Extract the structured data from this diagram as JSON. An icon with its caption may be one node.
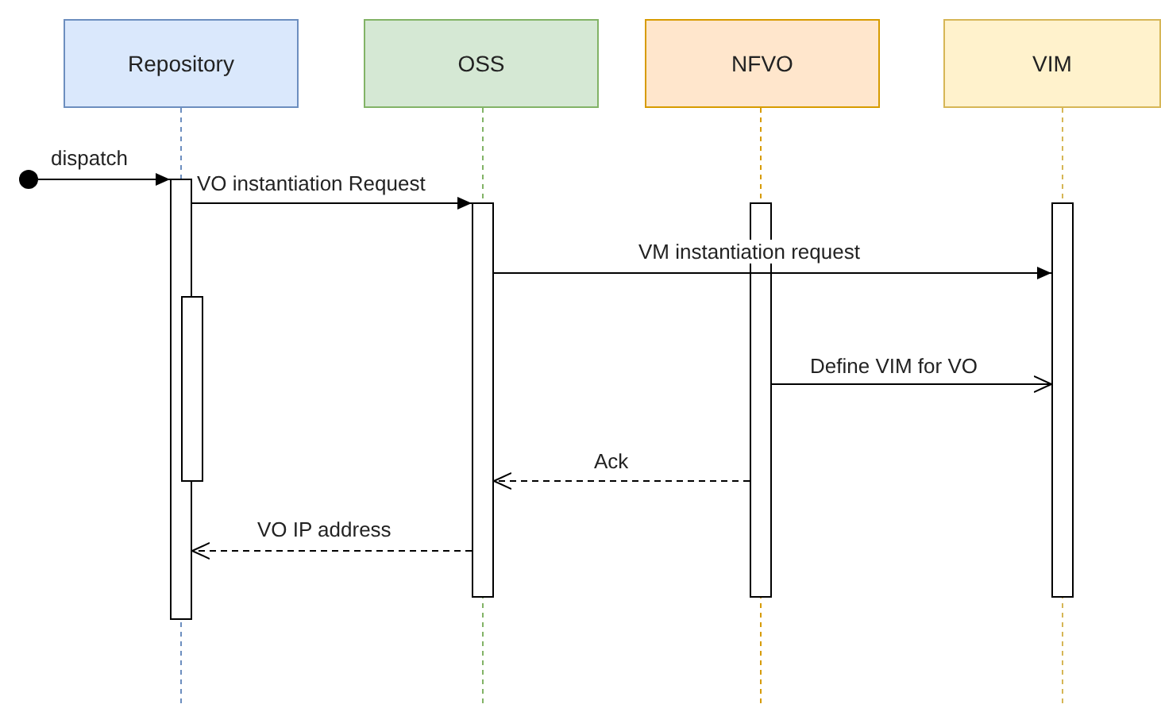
{
  "diagram": {
    "nodes": [
      {
        "text": [
          "Repository"
        ]
      },
      {
        "text": [
          "OSS"
        ]
      },
      {
        "text": [
          "NFVO"
        ]
      },
      {
        "text": [
          "VIM"
        ]
      },
      {
        "text": [],
        "shape": "circle"
      },
      {
        "text": [],
        "shape": "bar"
      },
      {
        "text": [],
        "shape": "bar"
      },
      {
        "text": [],
        "shape": "bar"
      },
      {
        "text": [],
        "shape": "bar"
      },
      {
        "text": [],
        "shape": "bar"
      }
    ],
    "edges": [
      {
        "from": 4,
        "to": 5,
        "arrow": "to",
        "label": "dispatch"
      },
      {
        "from": 5,
        "to": 7,
        "arrow": "to",
        "label": "VO instantiation Request"
      },
      {
        "from": 7,
        "to": 9,
        "arrow": "to",
        "label": "VM instantiation request"
      },
      {
        "from": 8,
        "to": 9,
        "arrow": "to",
        "label": "Define VIM for VO"
      },
      {
        "from": 8,
        "to": 7,
        "arrow": "to",
        "label": "Ack",
        "style": "dashed"
      },
      {
        "from": 7,
        "to": 5,
        "arrow": "to",
        "label": "VO IP address",
        "style": "dashed"
      }
    ]
  }
}
